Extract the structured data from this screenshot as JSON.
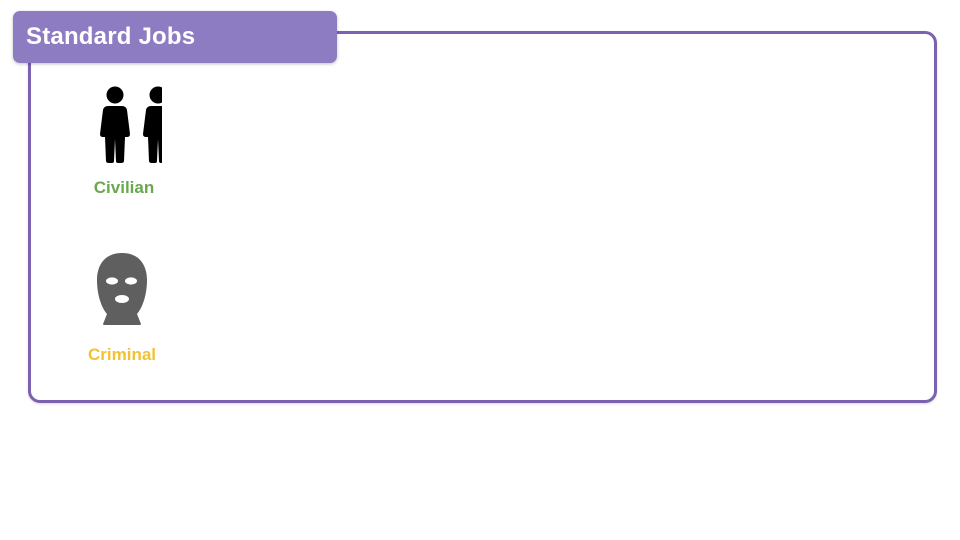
{
  "header": {
    "title": "Standard Jobs"
  },
  "colors": {
    "panel_border": "#7a62b0",
    "header_bg": "#8e7cc3"
  },
  "jobs": [
    {
      "label": "Civilian",
      "icon": "people-icon",
      "color": "#6aa84f"
    },
    {
      "label": "Criminal",
      "icon": "balaclava-mask-icon",
      "color": "#f1c232"
    }
  ]
}
